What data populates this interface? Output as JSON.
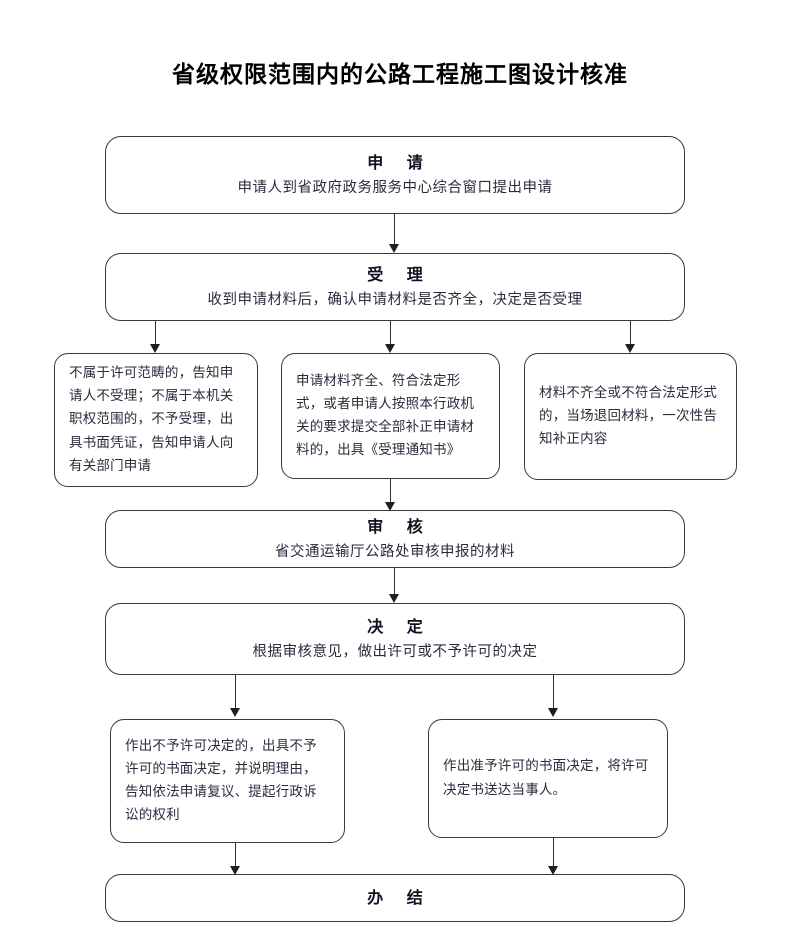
{
  "page": {
    "title": "省级权限范围内的公路工程施工图设计核准",
    "background_color": "#ffffff",
    "line_color": "#2e2e2e",
    "text_color": "#1c1c2a"
  },
  "nodes": {
    "apply": {
      "heading": "申 请",
      "body": "申请人到省政府政务服务中心综合窗口提出申请"
    },
    "accept": {
      "heading": "受 理",
      "body": "收到申请材料后，确认申请材料是否齐全，决定是否受理"
    },
    "branch_left": {
      "body": "不属于许可范畴的，告知申请人不受理；不属于本机关职权范围的，不予受理，出具书面凭证，告知申请人向有关部门申请"
    },
    "branch_middle": {
      "body": "申请材料齐全、符合法定形式，或者申请人按照本行政机关的要求提交全部补正申请材料的，出具《受理通知书》"
    },
    "branch_right": {
      "body": "材料不齐全或不符合法定形式的，当场退回材料，一次性告知补正内容"
    },
    "review": {
      "heading": "审 核",
      "body": "省交通运输厅公路处审核申报的材料"
    },
    "decision": {
      "heading": "决 定",
      "body": "根据审核意见，做出许可或不予许可的决定"
    },
    "outcome_deny": {
      "body": "作出不予许可决定的，出具不予许可的书面决定，并说明理由，告知依法申请复议、提起行政诉讼的权利"
    },
    "outcome_grant": {
      "body": "作出准予许可的书面决定，将许可决定书送达当事人。"
    },
    "complete": {
      "heading": "办 结"
    }
  },
  "connectors": [
    {
      "name": "apply-to-accept",
      "from": "apply",
      "to": "accept"
    },
    {
      "name": "accept-to-branch-left",
      "from": "accept",
      "to": "branch_left"
    },
    {
      "name": "accept-to-branch-middle",
      "from": "accept",
      "to": "branch_middle"
    },
    {
      "name": "accept-to-branch-right",
      "from": "accept",
      "to": "branch_right"
    },
    {
      "name": "branch-middle-to-review",
      "from": "branch_middle",
      "to": "review"
    },
    {
      "name": "review-to-decision",
      "from": "review",
      "to": "decision"
    },
    {
      "name": "decision-to-outcome-deny",
      "from": "decision",
      "to": "outcome_deny"
    },
    {
      "name": "decision-to-outcome-grant",
      "from": "decision",
      "to": "outcome_grant"
    },
    {
      "name": "outcome-deny-to-complete",
      "from": "outcome_deny",
      "to": "complete"
    },
    {
      "name": "outcome-grant-to-complete",
      "from": "outcome_grant",
      "to": "complete"
    }
  ]
}
